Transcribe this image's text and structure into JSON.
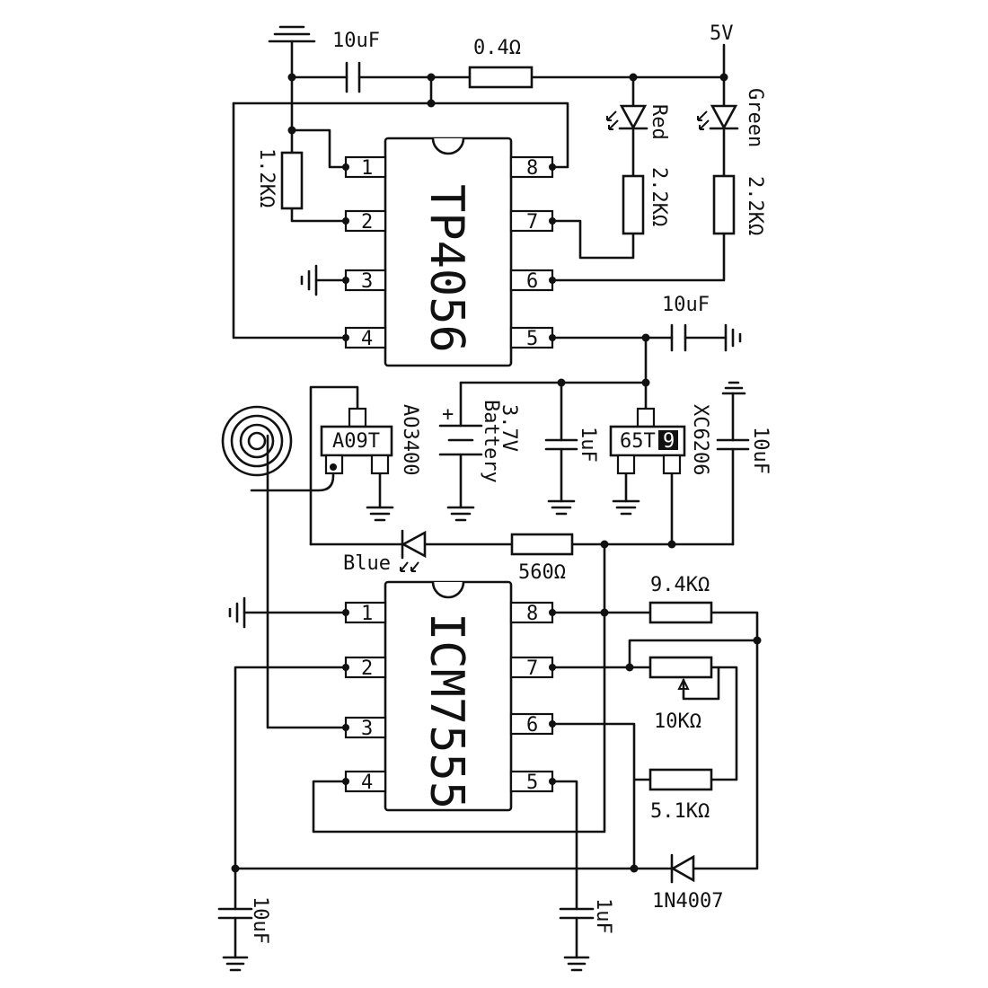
{
  "tp4056": {
    "name": "TP4056",
    "left_pins": [
      "1",
      "2",
      "3",
      "4"
    ],
    "right_pins": [
      "8",
      "7",
      "6",
      "5"
    ]
  },
  "icm7555": {
    "name": "ICM7555",
    "left_pins": [
      "1",
      "2",
      "3",
      "4"
    ],
    "right_pins": [
      "8",
      "7",
      "6",
      "5"
    ]
  },
  "labels": {
    "cap_top": "10uF",
    "res_sense": "0.4Ω",
    "supply": "5V",
    "led_red": "Red",
    "led_green": "Green",
    "res_prog": "1.2KΩ",
    "res_red": "2.2KΩ",
    "res_green": "2.2KΩ",
    "cap_out": "10uF",
    "mosfet_marking": "A09T",
    "mosfet_name": "AO3400",
    "battery_voltage": "3.7V",
    "battery_word": "Battery",
    "cap_1uf_a": "1uF",
    "ldo_marking": "65T",
    "ldo_marking_inv": "9",
    "ldo_name": "XC6206",
    "cap_ldo": "10uF",
    "led_blue": "Blue",
    "res_blue": "560Ω",
    "res_9k4": "9.4KΩ",
    "pot": "10KΩ",
    "res_5k1": "5.1KΩ",
    "diode": "1N4007",
    "cap_bottom_left": "10uF",
    "cap_bottom_right": "1uF",
    "battery_plus": "+"
  }
}
